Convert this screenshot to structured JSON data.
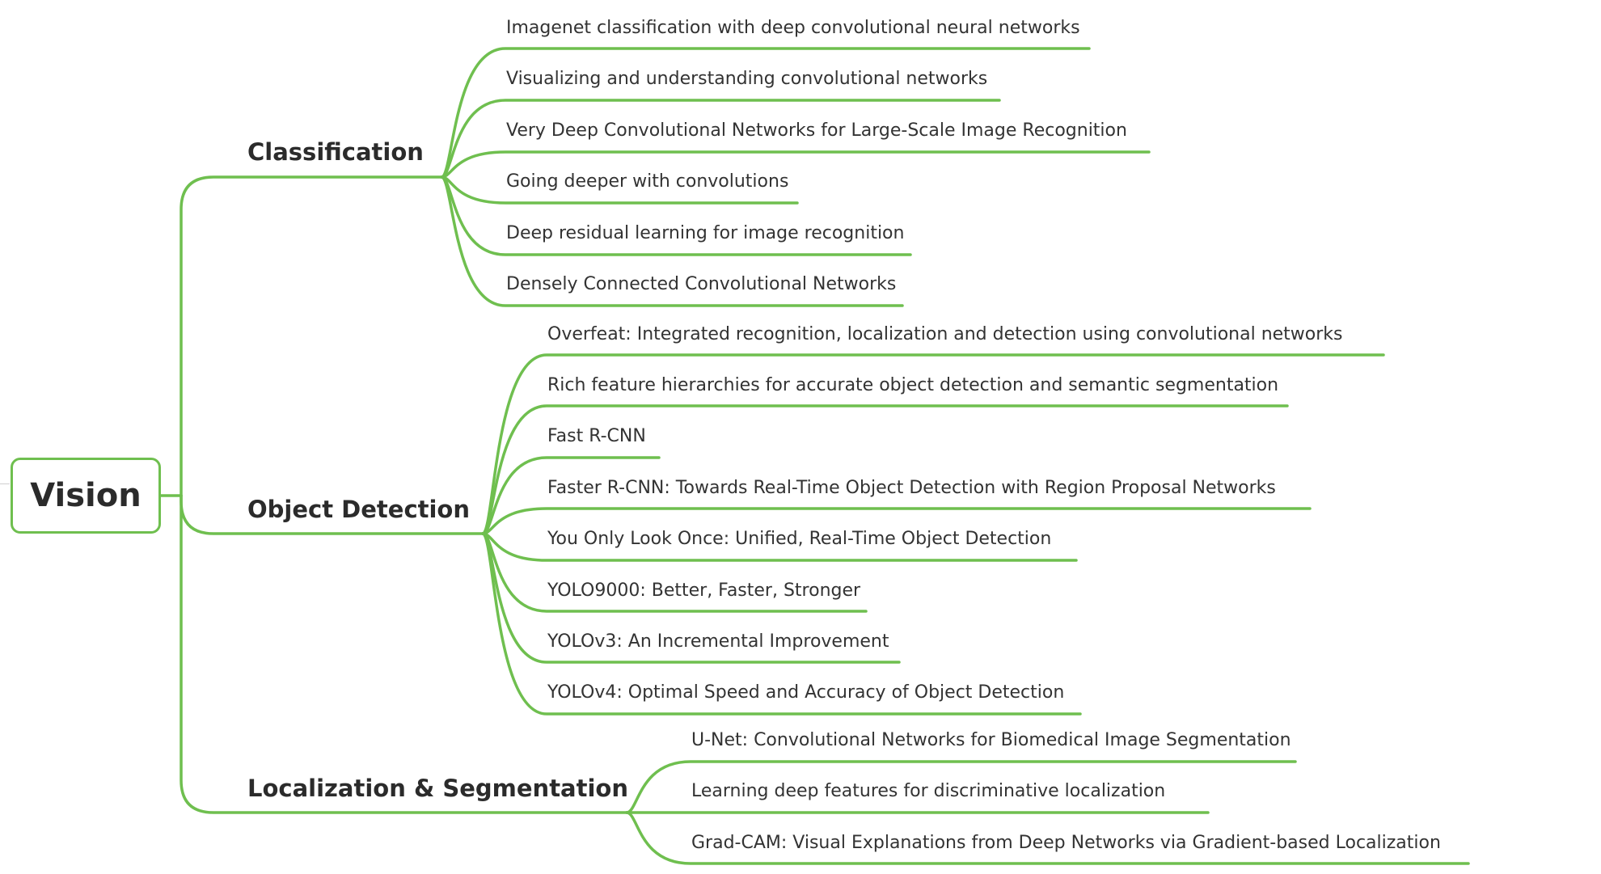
{
  "root": {
    "label": "Vision"
  },
  "branches": [
    {
      "label": "Classification",
      "leaves": [
        "Imagenet classification with deep convolutional neural networks",
        "Visualizing and understanding convolutional networks",
        "Very Deep Convolutional Networks for Large-Scale Image Recognition",
        "Going deeper with convolutions",
        "Deep residual learning for image recognition",
        "Densely Connected Convolutional Networks"
      ]
    },
    {
      "label": "Object Detection",
      "leaves": [
        "Overfeat: Integrated recognition, localization and detection using convolutional networks",
        "Rich feature hierarchies for accurate object detection and semantic segmentation",
        "Fast R-CNN",
        "Faster R-CNN: Towards Real-Time Object Detection with Region Proposal Networks",
        "You Only Look Once: Unified, Real-Time Object Detection",
        "YOLO9000: Better, Faster, Stronger",
        "YOLOv3: An Incremental Improvement",
        "YOLOv4: Optimal Speed and Accuracy of Object Detection"
      ]
    },
    {
      "label": "Localization & Segmentation",
      "leaves": [
        "U-Net: Convolutional Networks for Biomedical Image Segmentation",
        "Learning deep features for discriminative localization",
        "Grad-CAM: Visual Explanations from Deep Networks via Gradient-based Localization"
      ]
    }
  ],
  "colors": {
    "connector": "#6fbf4f",
    "text": "#2b2b2b"
  }
}
